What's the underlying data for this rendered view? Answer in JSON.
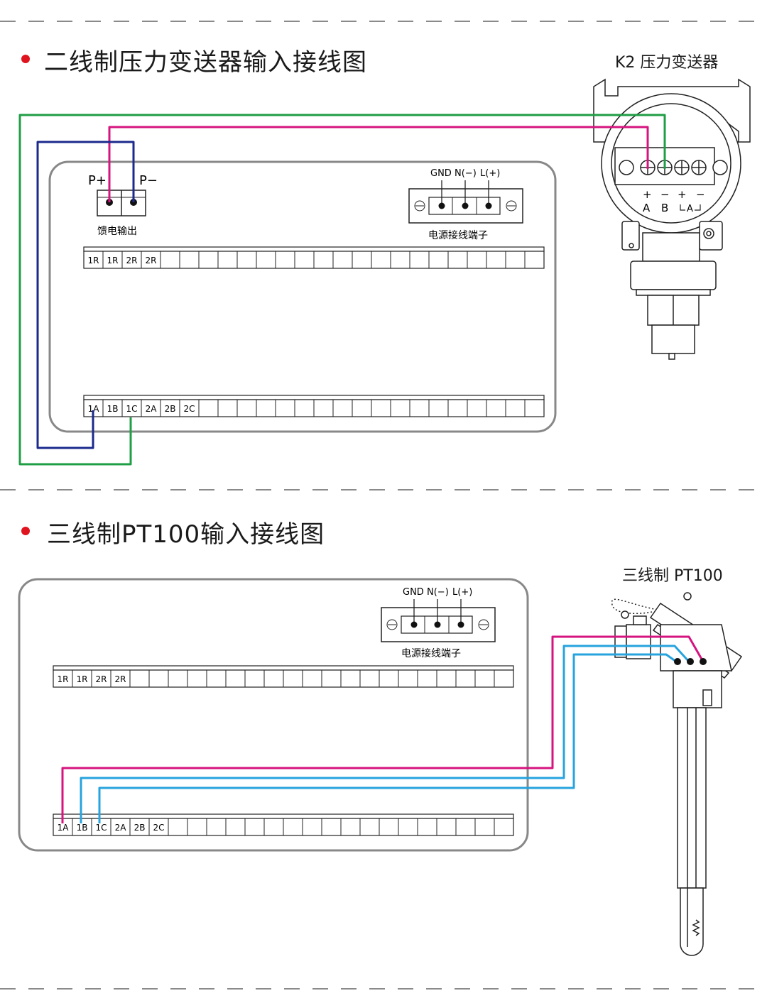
{
  "colors": {
    "green": "#1f9e45",
    "magenta": "#d6147f",
    "navy": "#1b2a8c",
    "cyan": "#27a3de",
    "bullet": "#e0141e"
  },
  "section1": {
    "title": "二线制压力变送器输入接线图",
    "device_title": "K2 压力变送器",
    "feed_plus": "P+",
    "feed_minus": "P−",
    "feed_caption": "馈电输出",
    "power_labels": [
      "GND",
      "N(−)",
      "L(+)"
    ],
    "power_caption": "电源接线端子",
    "top_terminals": [
      "1R",
      "1R",
      "2R",
      "2R"
    ],
    "bottom_terminals": [
      "1A",
      "1B",
      "1C",
      "2A",
      "2B",
      "2C"
    ],
    "transmitter_signs": [
      "+",
      "−",
      "+",
      "−"
    ],
    "transmitter_letters": [
      "A",
      "B",
      "A"
    ]
  },
  "section2": {
    "title": "三线制PT100输入接线图",
    "device_title": "三线制 PT100",
    "power_labels": [
      "GND",
      "N(−)",
      "L(+)"
    ],
    "power_caption": "电源接线端子",
    "top_terminals": [
      "1R",
      "1R",
      "2R",
      "2R"
    ],
    "bottom_terminals": [
      "1A",
      "1B",
      "1C",
      "2A",
      "2B",
      "2C"
    ]
  }
}
